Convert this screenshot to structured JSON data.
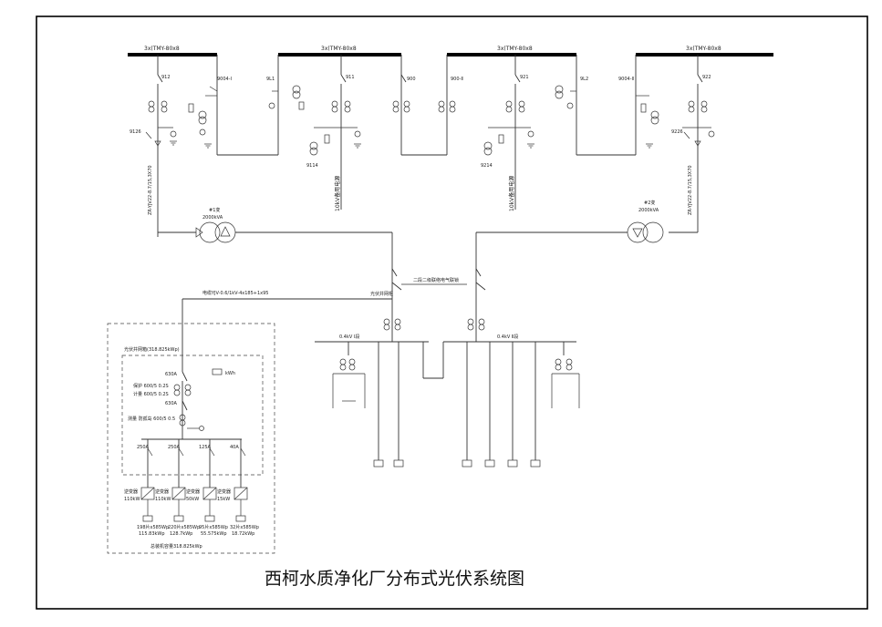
{
  "title": "西柯水质净化厂分布式光伏系统图",
  "top_buses": [
    {
      "label": "3x(TMY-80x8"
    },
    {
      "label": "3x(TMY-80x8"
    },
    {
      "label": "3x(TMY-80x8"
    },
    {
      "label": "3x(TMY-80x8"
    }
  ],
  "switch_labels": {
    "s912": "912",
    "s9004_1": "9004-Ⅰ",
    "s9l1": "9L1",
    "s911": "911",
    "s900": "900",
    "s900_2": "900-Ⅱ",
    "s921": "921",
    "s9l2": "9L2",
    "s9004_2": "9004-Ⅱ",
    "s922": "922",
    "s9126": "9126",
    "s9226": "9226",
    "s9114": "9114",
    "s9214": "9214"
  },
  "cable_labels": {
    "left": "ZR-YJV22-8.7/15,3X70",
    "right": "ZR-YJV22-8.7/15,3X70",
    "feeder_mid1": "10kV备用电源",
    "feeder_mid2": "10kV备用电源"
  },
  "transformers": [
    {
      "name": "#1变",
      "rating": "2000kVA"
    },
    {
      "name": "#2变",
      "rating": "2000kVA"
    }
  ],
  "low_voltage": {
    "pv_cable": "电缆YJV-0.6/1kV-4x185+1x95",
    "pv_cabinet": "光伏并网柜",
    "tie_label": "二段二级联络电气联锁",
    "bus_left": "0.4kV Ⅰ段",
    "bus_right": "0.4kV Ⅱ段"
  },
  "pv_system": {
    "grid_box": "光伏并网箱(318.825kWp)",
    "breaker_rating": "630A",
    "ct1": "保护 600/5 0.2S",
    "ct2": "计量 600/5 0.2S",
    "breaker_rating2": "630A",
    "meter_mark": "kWh",
    "ct3": "测量 防孤岛 600/5 0.5",
    "branches": [
      "250A",
      "250A",
      "125A",
      "40A"
    ],
    "inverters": [
      {
        "line1": "逆变器",
        "line2": "110kW"
      },
      {
        "line1": "逆变器",
        "line2": "110kW"
      },
      {
        "line1": "逆变器",
        "line2": "50kW"
      },
      {
        "line1": "逆变器",
        "line2": "15kW"
      }
    ],
    "arrays": [
      {
        "line1": "198片x585Wp",
        "line2": "115.83kWp"
      },
      {
        "line1": "220片x585Wp",
        "line2": "128.7kWp"
      },
      {
        "line1": "95片x585Wp",
        "line2": "55.575kWp"
      },
      {
        "line1": "32片x585Wp",
        "line2": "18.72kWp"
      }
    ],
    "total": "总装机容量318.825kWp"
  }
}
